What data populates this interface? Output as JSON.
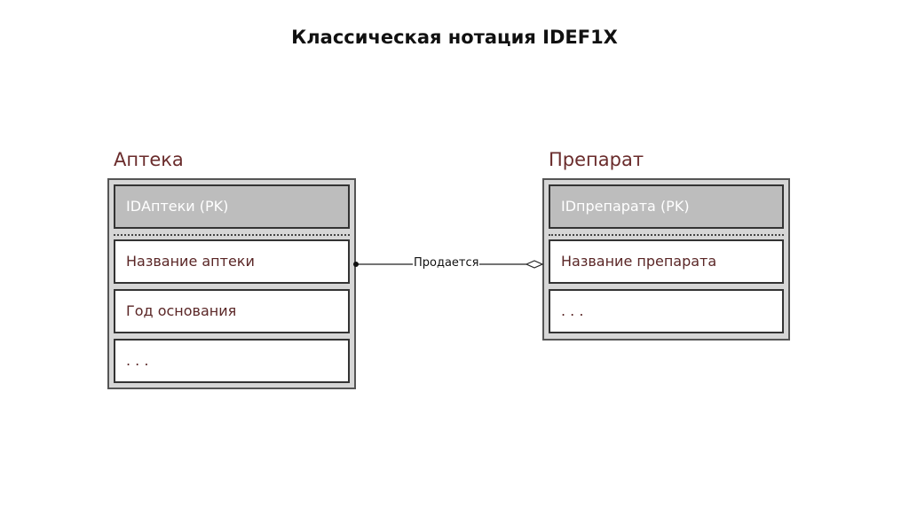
{
  "title": "Классическая нотация IDEF1X",
  "entities": [
    {
      "name": "Аптека",
      "pk": "IDАптеки (PK)",
      "attributes": [
        "Название аптеки",
        "Год основания",
        ". . ."
      ]
    },
    {
      "name": "Препарат",
      "pk": "IDпрепарата (PK)",
      "attributes": [
        "Название препарата",
        ". . ."
      ]
    }
  ],
  "relationship": {
    "label": "Продается",
    "from": "Аптека",
    "to": "Препарат"
  }
}
